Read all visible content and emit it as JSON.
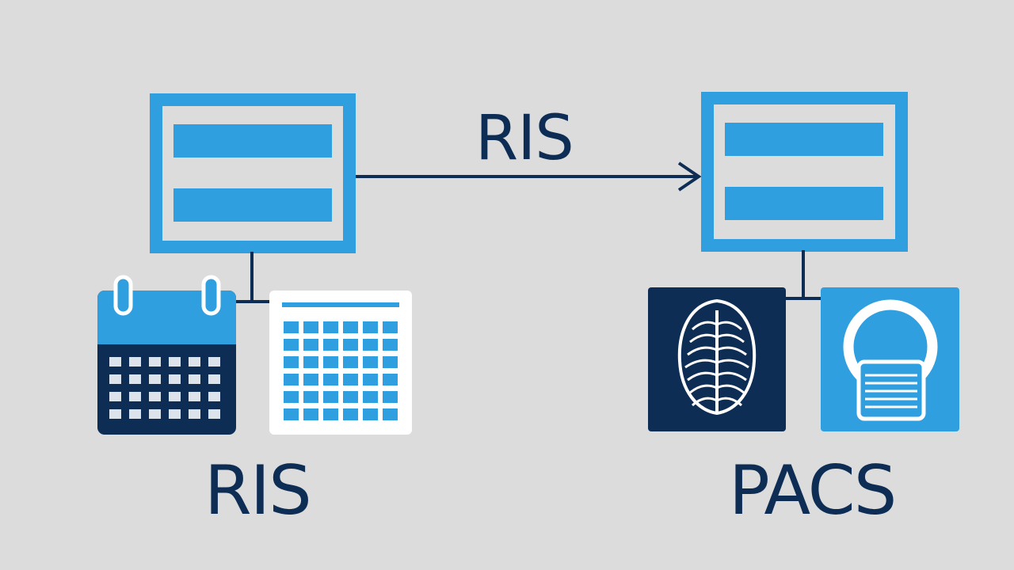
{
  "colors": {
    "background": "#dcdcdc",
    "accent_blue": "#2f9fe0",
    "dark_navy": "#0e2d55",
    "white": "#ffffff",
    "cell_light": "#dde3ea"
  },
  "labels": {
    "arrow_label": "RIS",
    "left_system": "RIS",
    "right_system": "PACS"
  },
  "icons": {
    "left_server": "server-window-icon",
    "right_server": "server-window-icon",
    "calendar": "calendar-icon",
    "schedule_grid": "schedule-grid-icon",
    "xray_image": "xray-image-icon",
    "scanner": "mri-scanner-icon"
  }
}
